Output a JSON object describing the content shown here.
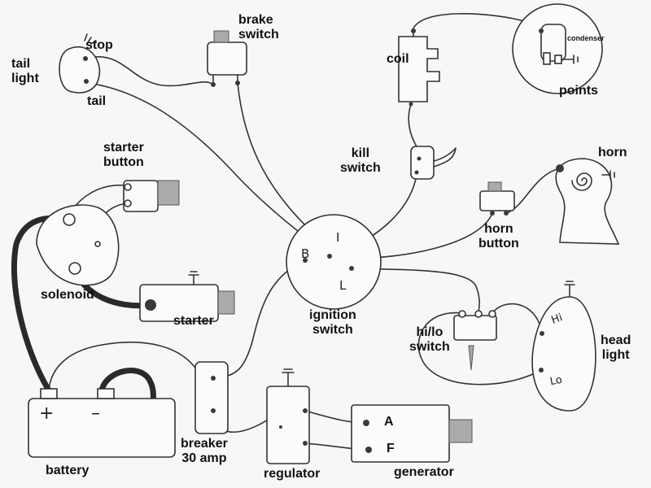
{
  "labels": {
    "tail_light": "tail\nlight",
    "stop": "stop",
    "tail": "tail",
    "brake_switch": "brake\nswitch",
    "coil": "coil",
    "condenser": "condenser",
    "points": "points",
    "kill_switch": "kill\nswitch",
    "horn": "horn",
    "starter_button": "starter\nbutton",
    "horn_button": "horn\nbutton",
    "solenoid": "solenoid",
    "starter": "starter",
    "ignition_switch": "ignition\nswitch",
    "hi_lo_switch": "hi/lo\nswitch",
    "head_light": "head\nlight",
    "battery": "battery",
    "breaker": "breaker\n30 amp",
    "regulator": "regulator",
    "generator": "generator"
  },
  "terminals": {
    "ignition_i": "I",
    "ignition_b": "B",
    "ignition_l": "L",
    "battery_plus": "+",
    "battery_minus": "–",
    "generator_a": "A",
    "generator_f": "F",
    "headlight_hi": "Hi",
    "headlight_lo": "Lo"
  }
}
